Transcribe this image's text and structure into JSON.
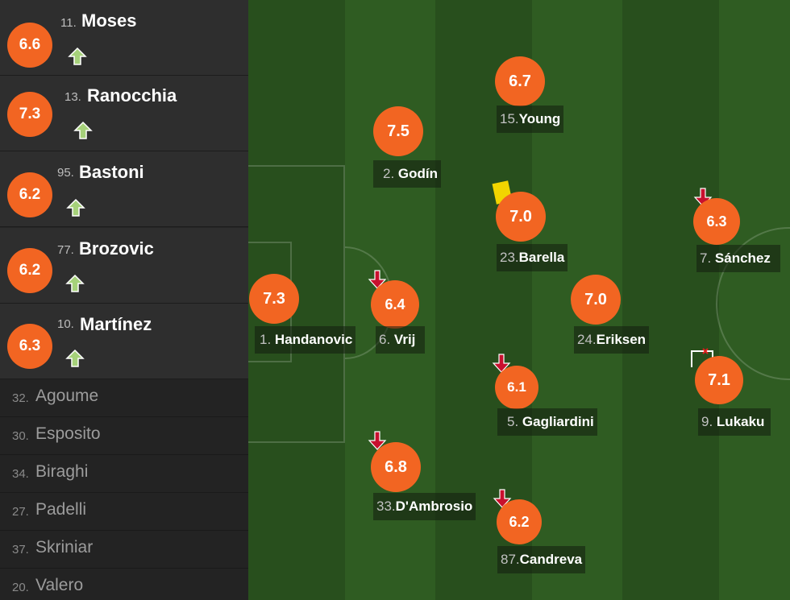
{
  "substitutes": [
    {
      "number": "11.",
      "name": "Moses",
      "rating": "6.6"
    },
    {
      "number": "13.",
      "name": "Ranocchia",
      "rating": "7.3"
    },
    {
      "number": "95.",
      "name": "Bastoni",
      "rating": "6.2"
    },
    {
      "number": "77.",
      "name": "Brozovic",
      "rating": "6.2"
    },
    {
      "number": "10.",
      "name": "Martínez",
      "rating": "6.3"
    }
  ],
  "bench": [
    {
      "number": "32.",
      "name": "Agoume"
    },
    {
      "number": "30.",
      "name": "Esposito"
    },
    {
      "number": "34.",
      "name": "Biraghi"
    },
    {
      "number": "27.",
      "name": "Padelli"
    },
    {
      "number": "37.",
      "name": "Skriniar"
    },
    {
      "number": "20.",
      "name": "Valero"
    }
  ],
  "players": {
    "young": {
      "number": "15.",
      "name": "Young",
      "rating": "6.7"
    },
    "godin": {
      "number": "2.",
      "name": "Godín",
      "rating": "7.5"
    },
    "barella": {
      "number": "23.",
      "name": "Barella",
      "rating": "7.0"
    },
    "sanchez": {
      "number": "7.",
      "name": "Sánchez",
      "rating": "6.3"
    },
    "handanovic": {
      "number": "1.",
      "name": "Handanovic",
      "rating": "7.3"
    },
    "vrij": {
      "number": "6.",
      "name": "Vrij",
      "rating": "6.4"
    },
    "eriksen": {
      "number": "24.",
      "name": "Eriksen",
      "rating": "7.0"
    },
    "gagliardini": {
      "number": "5.",
      "name": "Gagliardini",
      "rating": "6.1"
    },
    "lukaku": {
      "number": "9.",
      "name": "Lukaku",
      "rating": "7.1"
    },
    "dambrosio": {
      "number": "33.",
      "name": "D'Ambrosio",
      "rating": "6.8"
    },
    "candreva": {
      "number": "87.",
      "name": "Candreva",
      "rating": "6.2"
    }
  },
  "icons": {
    "sub_in": "arrow-up-icon",
    "sub_out": "arrow-down-icon",
    "yellow_card": "yellow-card-icon",
    "goal": "goal-icon"
  },
  "colors": {
    "rating_badge": "#f26522",
    "sub_in_arrow": "#a6d17a",
    "sub_out_arrow": "#c8102e",
    "yellow_card": "#f2d400",
    "pitch_dark": "#284f1d",
    "pitch_light": "#2f5c22"
  }
}
